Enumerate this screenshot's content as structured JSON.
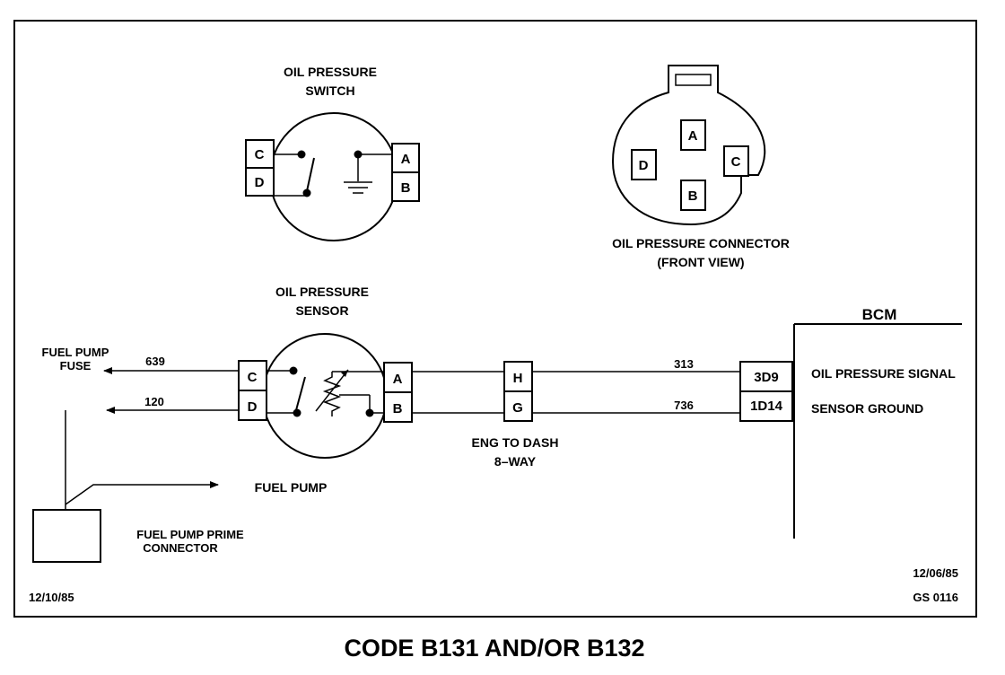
{
  "switch": {
    "title_line1": "OIL PRESSURE",
    "title_line2": "SWITCH",
    "pins": {
      "c": "C",
      "d": "D",
      "a": "A",
      "b": "B"
    }
  },
  "connector": {
    "pins": {
      "a": "A",
      "b": "B",
      "c": "C",
      "d": "D"
    },
    "title_line1": "OIL PRESSURE CONNECTOR",
    "title_line2": "(FRONT VIEW)"
  },
  "sensor": {
    "title_line1": "OIL PRESSURE",
    "title_line2": "SENSOR",
    "pins": {
      "c": "C",
      "d": "D",
      "a": "A",
      "b": "B"
    }
  },
  "fuel_pump_fuse": {
    "line1": "FUEL PUMP",
    "line2": "FUSE"
  },
  "wires": {
    "w639": "639",
    "w120": "120",
    "w313": "313",
    "w736": "736"
  },
  "fuel_pump_label": "FUEL PUMP",
  "prime_connector": {
    "line1": "FUEL  PUMP PRIME",
    "line2": "CONNECTOR"
  },
  "eng_to_dash": {
    "pin_h": "H",
    "pin_g": "G",
    "line1": "ENG TO DASH",
    "line2": "8–WAY"
  },
  "bcm": {
    "title": "BCM",
    "pin_3d9": "3D9",
    "pin_1d14": "1D14",
    "signal1": "OIL PRESSURE SIGNAL",
    "signal2": "SENSOR GROUND"
  },
  "date_left": "12/10/85",
  "date_right": "12/06/85",
  "doc_id": "GS 0116",
  "caption": "CODE B131 AND/OR B132"
}
